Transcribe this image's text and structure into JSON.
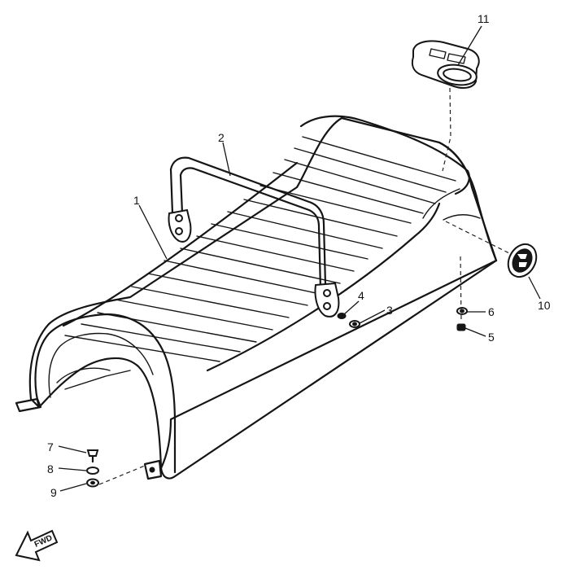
{
  "diagram": {
    "callouts": [
      {
        "id": "callout-1",
        "label": "1"
      },
      {
        "id": "callout-2",
        "label": "2"
      },
      {
        "id": "callout-3",
        "label": "3"
      },
      {
        "id": "callout-4",
        "label": "4"
      },
      {
        "id": "callout-5",
        "label": "5"
      },
      {
        "id": "callout-6",
        "label": "6"
      },
      {
        "id": "callout-7",
        "label": "7"
      },
      {
        "id": "callout-8",
        "label": "8"
      },
      {
        "id": "callout-9",
        "label": "9"
      },
      {
        "id": "callout-10",
        "label": "10"
      },
      {
        "id": "callout-11",
        "label": "11"
      }
    ],
    "direction_marker": "FWD"
  }
}
